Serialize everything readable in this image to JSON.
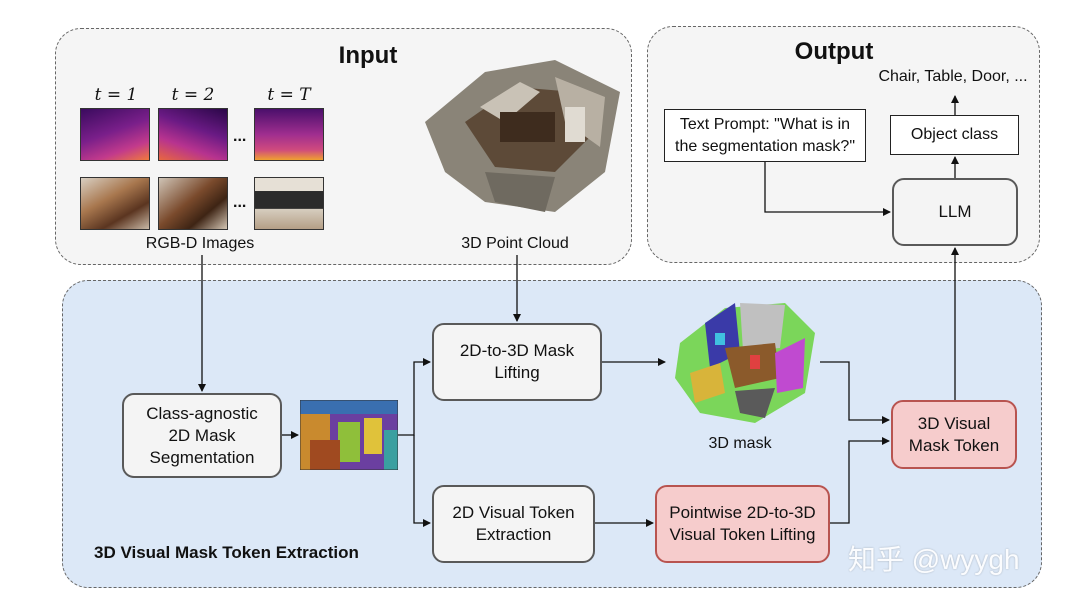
{
  "input": {
    "title": "Input",
    "time_labels": [
      "t = 1",
      "t = 2",
      "t = T"
    ],
    "ellipsis": "...",
    "rgbd_label": "RGB-D Images",
    "pointcloud_label": "3D Point Cloud"
  },
  "output": {
    "title": "Output",
    "classes_text": "Chair, Table, Door, ...",
    "text_prompt": "Text Prompt: \"What is in\nthe segmentation mask?\"",
    "object_class": "Object class",
    "llm": "LLM"
  },
  "extraction": {
    "title": "3D Visual Mask Token Extraction",
    "segmentation": "Class-agnostic\n2D Mask\nSegmentation",
    "mask_lifting": "2D-to-3D Mask\nLifting",
    "token_extraction": "2D Visual Token\nExtraction",
    "pointwise_lifting": "Pointwise 2D-to-3D\nVisual Token Lifting",
    "mask_token": "3D Visual\nMask Token",
    "mask3d_label": "3D mask"
  },
  "watermark": "知乎 @wyygh",
  "colors": {
    "extraction_bg": "#dce8f7",
    "input_bg": "#f5f5f5",
    "red_box_fill": "#f6cccc",
    "red_box_border": "#b85450",
    "gray_box_border": "#595959"
  }
}
